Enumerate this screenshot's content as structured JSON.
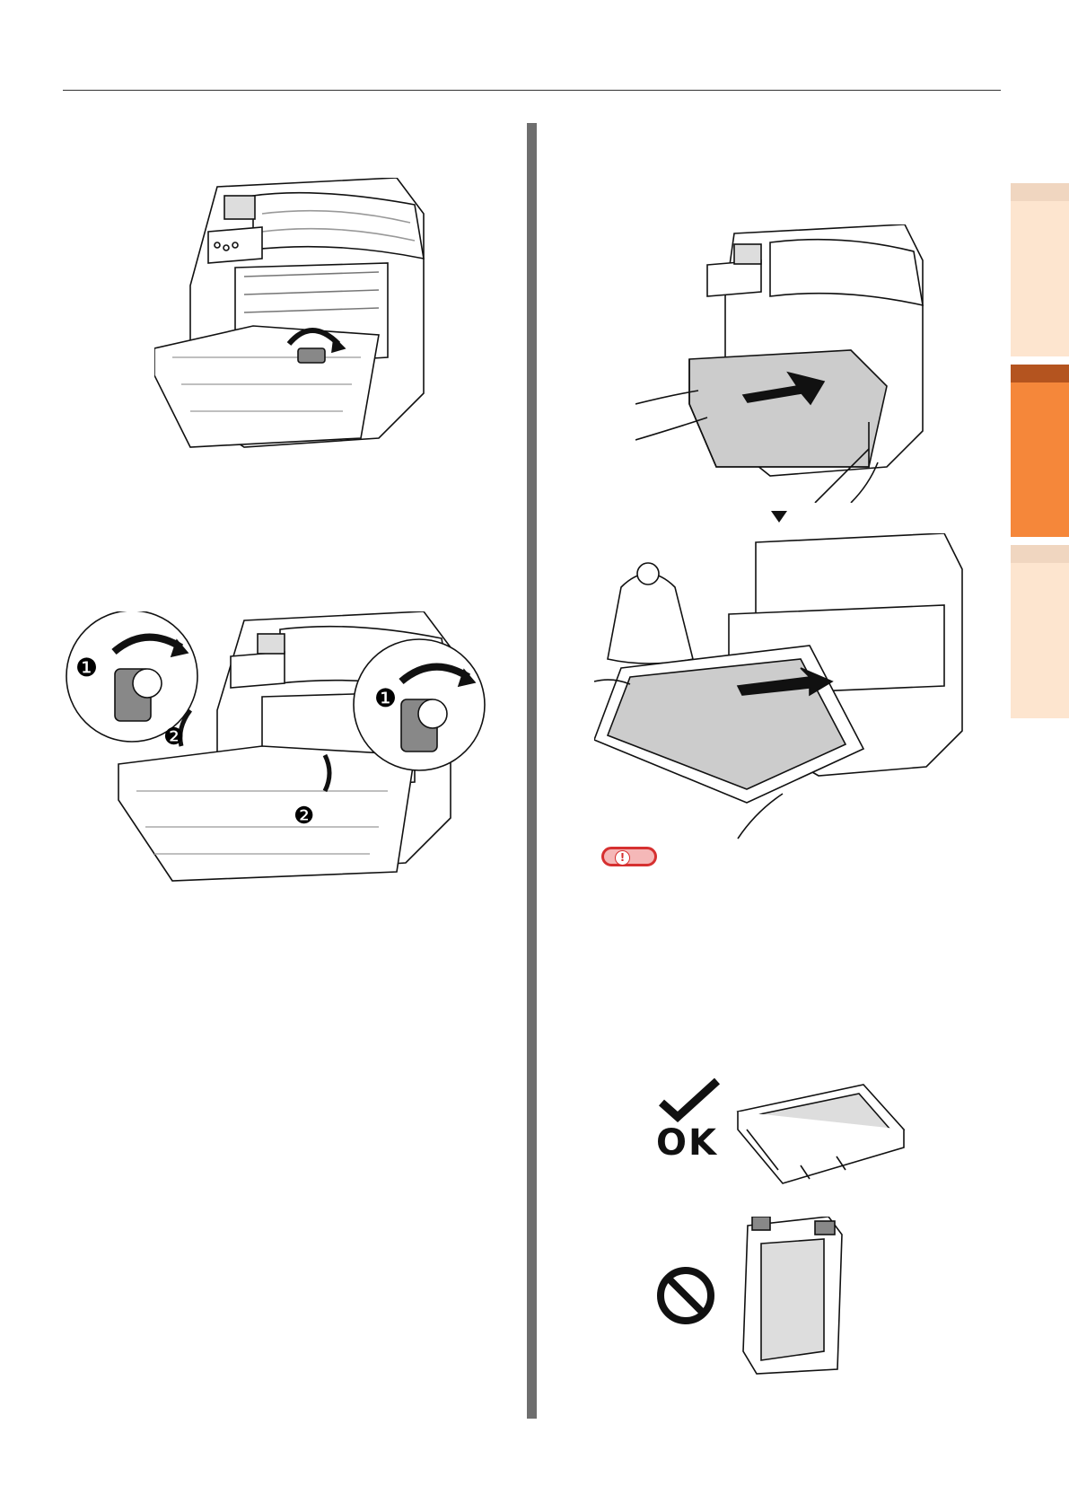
{
  "page": {
    "colors": {
      "rule": "#333333",
      "divider": "#6e6e6e",
      "tab_light": "#fde5cf",
      "tab_active": "#f5873a",
      "tab_head_light": "#f0d6c0",
      "tab_head_active": "#b4541f",
      "note_fill": "#f5b8b8",
      "note_border": "#d63030"
    }
  },
  "side_tabs": [
    {
      "state": "inactive"
    },
    {
      "state": "active"
    },
    {
      "state": "inactive"
    }
  ],
  "figures": {
    "fig1": {
      "icon": "printer-lever-turn-illustration"
    },
    "fig2": {
      "icon": "printer-lever-rotate-illustration",
      "step_marks": [
        "❶",
        "❷",
        "❶",
        "❷"
      ]
    },
    "fig3": {
      "icon": "belt-unit-pull-out-illustration"
    },
    "fig4": {
      "icon": "belt-unit-carry-illustration"
    },
    "ok_fig": {
      "icon": "belt-unit-flat-illustration",
      "label": "OK"
    },
    "ng_fig": {
      "icon": "belt-unit-upright-illustration"
    }
  },
  "note": {
    "mark": "!"
  }
}
